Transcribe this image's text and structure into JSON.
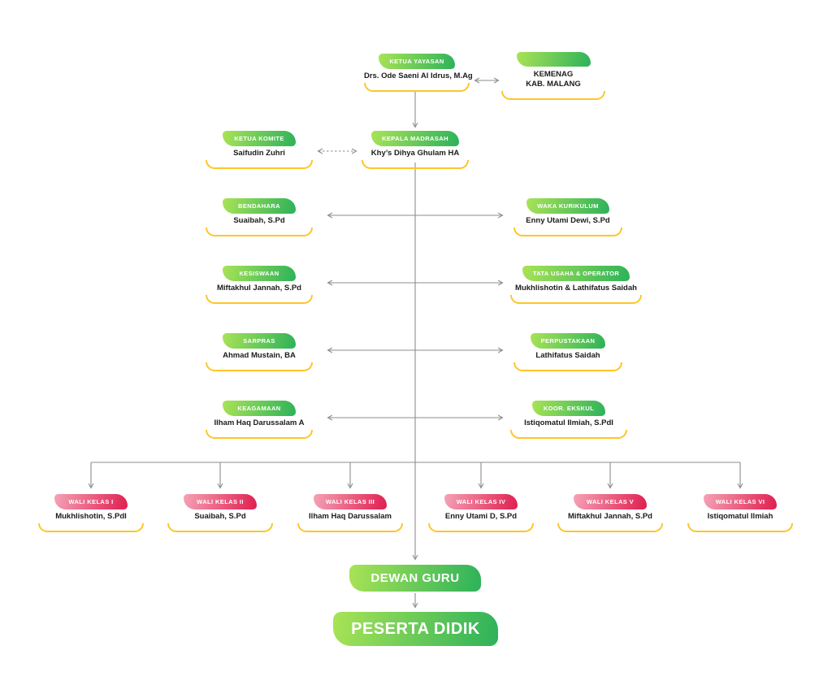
{
  "colors": {
    "green_gradient_start": "#a9e356",
    "green_gradient_end": "#2db25a",
    "pink_gradient_start": "#f5a2b6",
    "pink_gradient_end": "#e01e4f",
    "underline_yellow": "#ffc527",
    "connector_gray": "#8d8d8d",
    "name_text": "#1c1c1e"
  },
  "nodes": {
    "ketua_yayasan": {
      "title": "KETUA YAYASAN",
      "name": "Drs. Ode Saeni Al Idrus, M.Ag"
    },
    "kemenag": {
      "name_line1": "KEMENAG",
      "name_line2": "KAB. MALANG"
    },
    "ketua_komite": {
      "title": "KETUA KOMITE",
      "name": "Saifudin Zuhri"
    },
    "kepala_madrasah": {
      "title": "KEPALA MADRASAH",
      "name": "Khy’s Dihya Ghulam HA"
    },
    "bendahara": {
      "title": "BENDAHARA",
      "name": "Suaibah, S.Pd"
    },
    "waka_kurikulum": {
      "title": "WAKA KURIKULUM",
      "name": "Enny Utami Dewi, S.Pd"
    },
    "kesiswaan": {
      "title": "KESISWAAN",
      "name": "Miftakhul Jannah, S.Pd"
    },
    "tata_usaha": {
      "title": "TATA USAHA & OPERATOR",
      "name": "Mukhlishotin & Lathifatus Saidah"
    },
    "sarpras": {
      "title": "SARPRAS",
      "name": "Ahmad Mustain, BA"
    },
    "perpustakaan": {
      "title": "PERPUSTAKAAN",
      "name": "Lathifatus Saidah"
    },
    "keagamaan": {
      "title": "KEAGAMAAN",
      "name": "Ilham Haq Darussalam A"
    },
    "koor_ekskul": {
      "title": "KOOR. EKSKUL",
      "name": "Istiqomatul Ilmiah, S.PdI"
    },
    "wali_kelas": [
      {
        "title": "WALI KELAS I",
        "name": "Mukhlishotin, S.PdI"
      },
      {
        "title": "WALI KELAS II",
        "name": "Suaibah, S.Pd"
      },
      {
        "title": "WALI KELAS III",
        "name": "Ilham Haq Darussalam"
      },
      {
        "title": "WALI KELAS IV",
        "name": "Enny Utami D, S.Pd"
      },
      {
        "title": "WALI KELAS V",
        "name": "Miftakhul Jannah, S.Pd"
      },
      {
        "title": "WALI KELAS VI",
        "name": "Istiqomatul Ilmiah"
      }
    ],
    "dewan_guru": {
      "label": "DEWAN GURU"
    },
    "peserta_didik": {
      "label": "PESERTA DIDIK"
    }
  }
}
